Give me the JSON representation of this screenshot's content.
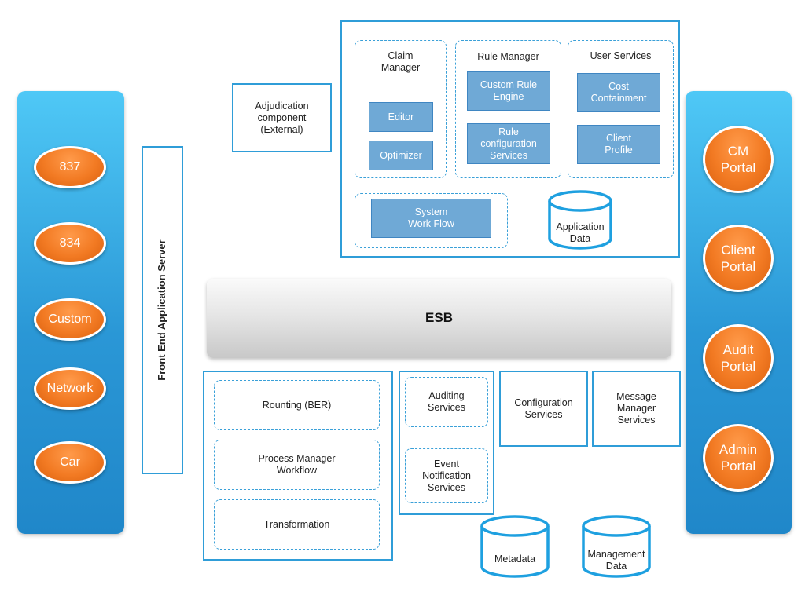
{
  "colors": {
    "accent_blue": "#2f9dd8",
    "orange": "#f27a23",
    "inner_box": "#6fa9d6"
  },
  "left_panel": {
    "items": [
      "837",
      "834",
      "Custom",
      "Network",
      "Car"
    ]
  },
  "front_end": {
    "label": "Front End Application Server"
  },
  "adjudication": {
    "label": "Adjudication\ncomponent\n(External)"
  },
  "app_cluster": {
    "claim_manager": {
      "title": "Claim\nManager",
      "editor": "Editor",
      "optimizer": "Optimizer"
    },
    "rule_manager": {
      "title": "Rule Manager",
      "custom_rule_engine": "Custom Rule\nEngine",
      "rule_config": "Rule\nconfiguration\nServices"
    },
    "user_services": {
      "title": "User Services",
      "cost_containment": "Cost\nContainment",
      "client_profile": "Client\nProfile"
    },
    "workflow": {
      "label": "System\nWork Flow"
    },
    "app_data": {
      "label": "Application\nData"
    }
  },
  "esb": {
    "label": "ESB"
  },
  "bottom": {
    "routing": "Rounting (BER)",
    "process_manager": "Process Manager\nWorkflow",
    "transformation": "Transformation",
    "auditing": "Auditing\nServices",
    "event_notification": "Event\nNotification\nServices",
    "configuration": "Configuration\nServices",
    "message_manager": "Message\nManager\nServices",
    "metadata": "Metadata",
    "management_data": "Management\nData"
  },
  "right_panel": {
    "items": [
      "CM\nPortal",
      "Client\nPortal",
      "Audit\nPortal",
      "Admin\nPortal"
    ]
  }
}
